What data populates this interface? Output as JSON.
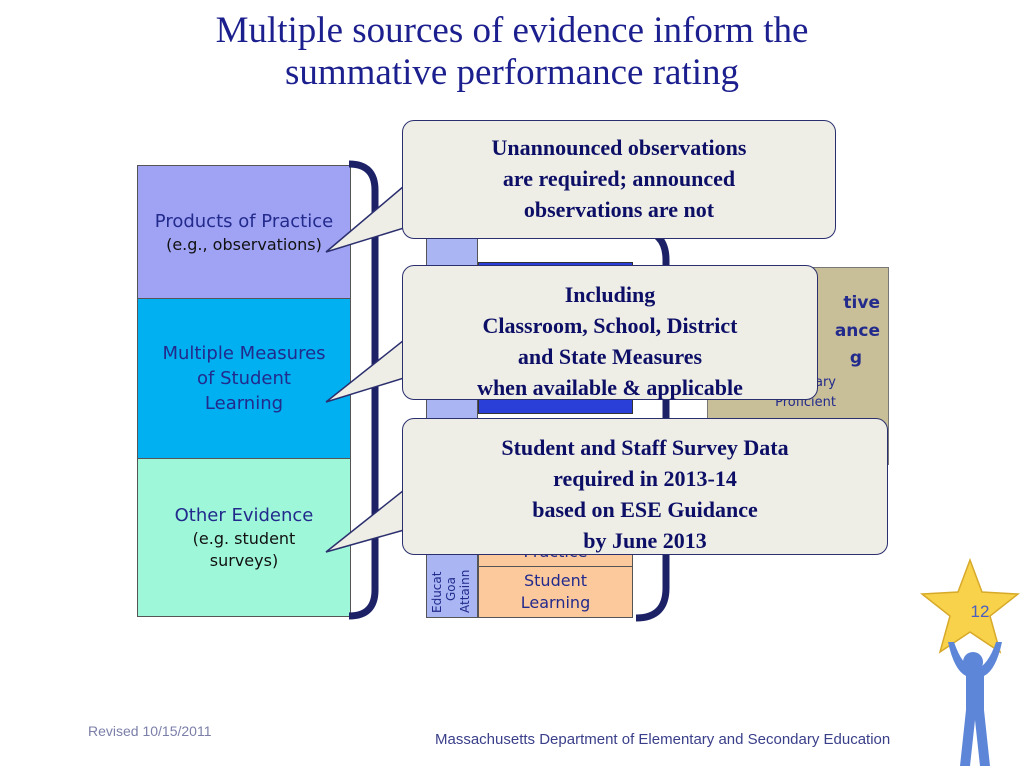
{
  "title": {
    "line1": "Multiple sources of evidence inform the",
    "line2": "summative performance rating"
  },
  "evidence_stack": {
    "products": {
      "main": "Products of Practice",
      "sub": "(e.g., observations)"
    },
    "measures": {
      "line1": "Multiple Measures",
      "line2": "of Student",
      "line3": "Learning"
    },
    "other": {
      "main": "Other Evidence",
      "sub1": "(e.g. student",
      "sub2": "surveys)"
    }
  },
  "rating_diagram": {
    "ed_col_lines": [
      "Educat",
      "Goa",
      "Attainn"
    ],
    "orange_1": "Practice",
    "orange_2_line1": "Student",
    "orange_2_line2": "Learning",
    "tan_lines": [
      "tive",
      "ance",
      "g"
    ],
    "tan_small_1": "ary",
    "tan_small_2": "Proficient"
  },
  "callouts": {
    "c1": [
      "Unannounced observations",
      "are required; announced",
      "observations are not"
    ],
    "c2": [
      "Including",
      "Classroom, School, District",
      "and State Measures",
      "when available & applicable"
    ],
    "c3": [
      "Student and Staff Survey Data",
      "required in 2013-14",
      "based on ESE Guidance",
      "by June 2013"
    ]
  },
  "footer": {
    "revised": "Revised 10/15/2011",
    "department": "Massachusetts Department of Elementary and Secondary Education",
    "page_number": "12"
  },
  "colors": {
    "title": "#1c1f8e",
    "products_box": "#a0a3f4",
    "measures_box": "#00b0f0",
    "other_box": "#9ff7d9",
    "callout_fill": "#eeeee6",
    "callout_text": "#0d0f66",
    "bracket": "#1d2266",
    "star": "#f8d24a",
    "person": "#5d86d8"
  },
  "icons": {
    "star": "star-icon",
    "person": "person-icon"
  }
}
